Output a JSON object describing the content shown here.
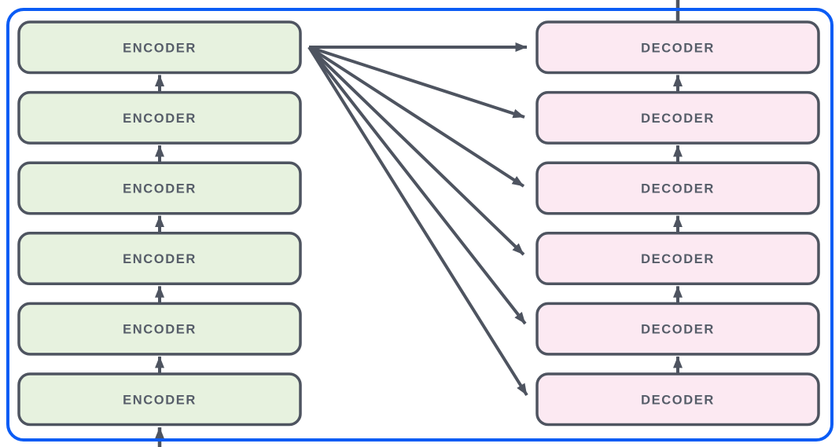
{
  "diagram": {
    "kind": "encoder-decoder-stack",
    "encoders": [
      {
        "label": "ENCODER"
      },
      {
        "label": "ENCODER"
      },
      {
        "label": "ENCODER"
      },
      {
        "label": "ENCODER"
      },
      {
        "label": "ENCODER"
      },
      {
        "label": "ENCODER"
      }
    ],
    "decoders": [
      {
        "label": "DECODER"
      },
      {
        "label": "DECODER"
      },
      {
        "label": "DECODER"
      },
      {
        "label": "DECODER"
      },
      {
        "label": "DECODER"
      },
      {
        "label": "DECODER"
      }
    ],
    "colors": {
      "frame": "#0b5cf5",
      "stroke": "#4e5460",
      "text": "#565d69",
      "encoder_fill": "#e7f2df",
      "decoder_fill": "#fce9f2"
    },
    "connections": {
      "fan_from_top_encoder_to_decoders": 6,
      "encoder_stack_flow": "upward",
      "decoder_stack_flow": "upward",
      "input_arrow_into_bottom_encoder": true,
      "output_line_from_top_decoder": true
    }
  }
}
